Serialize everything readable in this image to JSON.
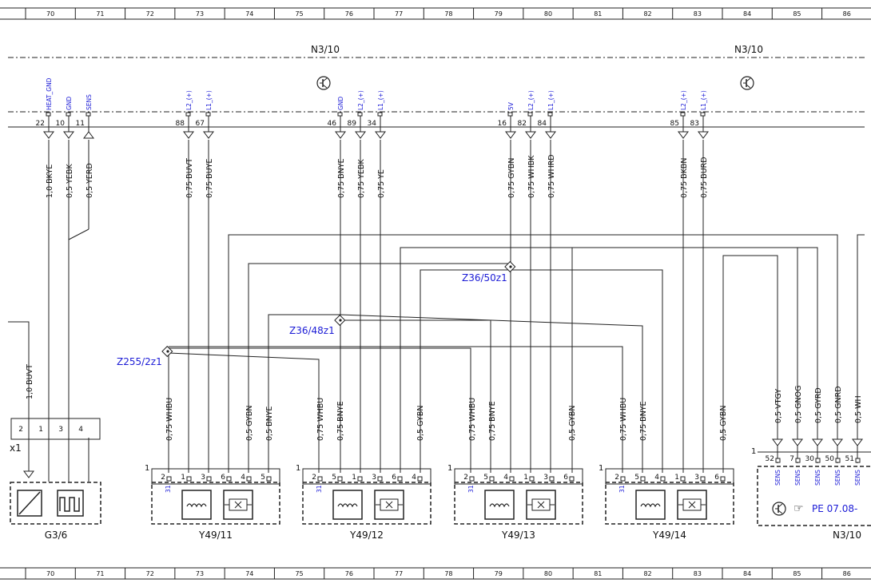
{
  "grid_columns": [
    "70",
    "71",
    "72",
    "73",
    "74",
    "75",
    "76",
    "77",
    "78",
    "79",
    "80",
    "81",
    "82",
    "83",
    "84",
    "85",
    "86"
  ],
  "connectors": {
    "left": "N3/10",
    "right": "N3/10"
  },
  "top_pins": [
    {
      "pin": "22",
      "signal": "HEAT_GND",
      "wire": "1,0 BKYE"
    },
    {
      "pin": "10",
      "signal": "GND",
      "wire": "0,5 YEBK"
    },
    {
      "pin": "11",
      "signal": "SENS",
      "wire": "0,5 YERD"
    },
    {
      "pin": "88",
      "signal": "L2_(+)",
      "wire": "0,75 BUVT"
    },
    {
      "pin": "67",
      "signal": "L1_(+)",
      "wire": "0,75 BUYE"
    },
    {
      "pin": "46",
      "signal": "GND",
      "wire": "0,75 BNYE"
    },
    {
      "pin": "89",
      "signal": "L2_(+)",
      "wire": "0,75 YEBK"
    },
    {
      "pin": "34",
      "signal": "L1_(+)",
      "wire": "0,75 YE"
    },
    {
      "pin": "16",
      "signal": "5V",
      "wire": "0,75 GYBN"
    },
    {
      "pin": "82",
      "signal": "L2_(+)",
      "wire": "0,75 WHBK"
    },
    {
      "pin": "84",
      "signal": "L1_(+)",
      "wire": "0,75 WHRD"
    },
    {
      "pin": "85",
      "signal": "L2_(+)",
      "wire": "0,75 BKBN"
    },
    {
      "pin": "83",
      "signal": "L1_(+)",
      "wire": "0,75 BURD"
    }
  ],
  "splices": [
    "Z36/50z1",
    "Z36/48z1",
    "Z255/2z1"
  ],
  "x1": {
    "label": "x1",
    "pins": [
      "2",
      "1",
      "3",
      "4"
    ],
    "wire_in": "1,0 BUVT"
  },
  "components": [
    {
      "name": "G3/6"
    },
    {
      "name": "Y49/11",
      "pin_one": "1",
      "pins": [
        "2",
        "1",
        "3",
        "6",
        "4",
        "5"
      ],
      "sig31": "31",
      "wires": [
        "0,75 WHBU",
        "0,5 GYBN",
        "0,5 BNYE"
      ]
    },
    {
      "name": "Y49/12",
      "pin_one": "1",
      "pins": [
        "2",
        "5",
        "1",
        "3",
        "6",
        "4"
      ],
      "sig31": "31",
      "wires": [
        "0,75 WHBU",
        "0,75 BNYE",
        "0,5 GYBN"
      ]
    },
    {
      "name": "Y49/13",
      "pin_one": "1",
      "pins": [
        "2",
        "5",
        "4",
        "1",
        "3",
        "6"
      ],
      "sig31": "31",
      "wires": [
        "0,75 WHBU",
        "0,75 BNYE",
        "0,5 GYBN"
      ]
    },
    {
      "name": "Y49/14",
      "pin_one": "1",
      "pins": [
        "2",
        "5",
        "4",
        "1",
        "3",
        "6"
      ],
      "sig31": "31",
      "wires": [
        "0,75 WHBU",
        "0,75 BNYE",
        "0,5 GYBN"
      ]
    }
  ],
  "n310_bottom": {
    "name": "N3/10",
    "pin_one": "1",
    "pins": [
      "52",
      "7",
      "30",
      "50",
      "51"
    ],
    "signals": [
      "SENS",
      "SENS",
      "SENS",
      "SENS",
      "SENS"
    ],
    "wires": [
      "0,5 VTGY",
      "0,5 GNOG",
      "0,5 GYRD",
      "0,5 GNRD",
      "0,5 WH"
    ],
    "reference": "PE 07.08-"
  },
  "colors": {
    "line": "#222222",
    "signal_text": "#1b1bd6"
  }
}
